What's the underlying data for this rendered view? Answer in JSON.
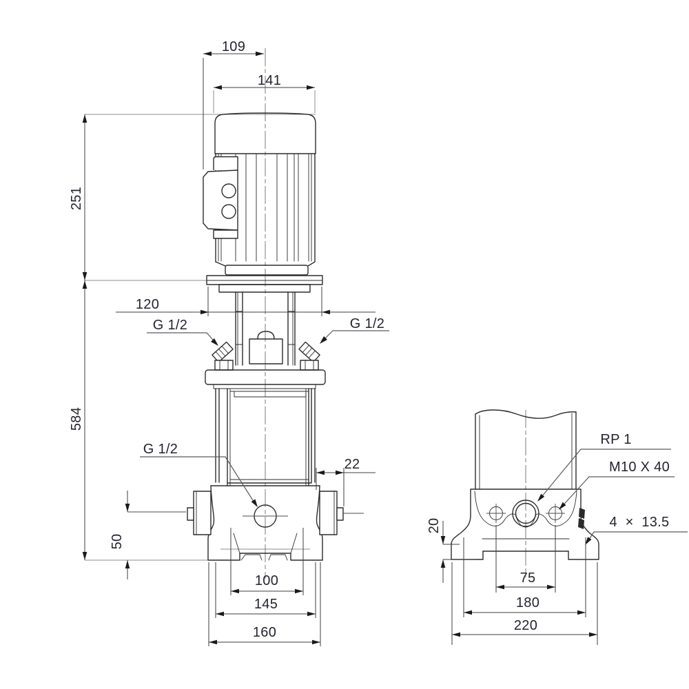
{
  "front_view": {
    "dims": {
      "box_to_center": "109",
      "motor_width": "141",
      "motor_height": "251",
      "pump_height": "584",
      "head_width": "120",
      "vent_plug_left": "G 1/2",
      "vent_plug_right": "G 1/2",
      "drain_plug": "G 1/2",
      "port_depth": "22",
      "port_height": "50",
      "foot_hole_pitch": "100",
      "foot_width": "145",
      "base_width": "160"
    }
  },
  "side_view": {
    "dims": {
      "pipe_connection": "RP 1",
      "foundation_bolt": "M10 X 40",
      "foot_slots": "4  ×  13.5",
      "foot_height": "20",
      "bolt_hole_pitch": "75",
      "slot_pitch": "180",
      "base_depth": "220"
    }
  },
  "colors": {
    "background": "#ffffff",
    "object_line": "#2b2b2b",
    "dimension_line": "#3d3d3d",
    "construction_line": "#8d8d8d",
    "text": "#23232e"
  }
}
